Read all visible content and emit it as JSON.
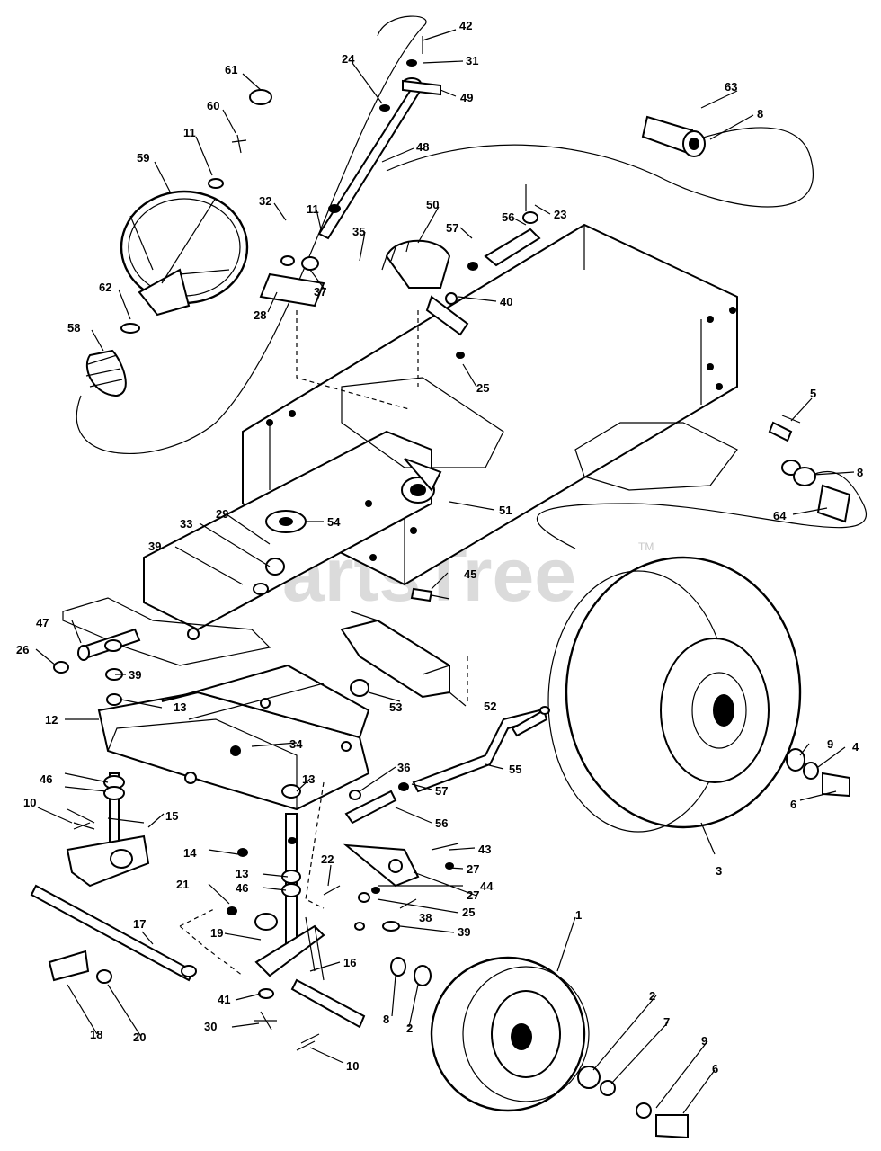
{
  "watermark": {
    "text": "PartsTree",
    "trademark": "TM"
  },
  "callouts": [
    "42",
    "31",
    "49",
    "24",
    "48",
    "61",
    "60",
    "11",
    "59",
    "63",
    "8",
    "23",
    "56",
    "32",
    "11",
    "35",
    "50",
    "57",
    "37",
    "40",
    "28",
    "62",
    "58",
    "25",
    "5",
    "8",
    "51",
    "64",
    "29",
    "54",
    "33",
    "39",
    "45",
    "47",
    "26",
    "39",
    "13",
    "53",
    "52",
    "12",
    "34",
    "9",
    "4",
    "55",
    "13",
    "36",
    "57",
    "46",
    "15",
    "10",
    "56",
    "6",
    "43",
    "14",
    "27",
    "22",
    "27",
    "44",
    "13",
    "46",
    "21",
    "25",
    "38",
    "19",
    "39",
    "3",
    "17",
    "16",
    "1",
    "41",
    "8",
    "2",
    "2",
    "7",
    "18",
    "20",
    "30",
    "10",
    "9",
    "6"
  ]
}
